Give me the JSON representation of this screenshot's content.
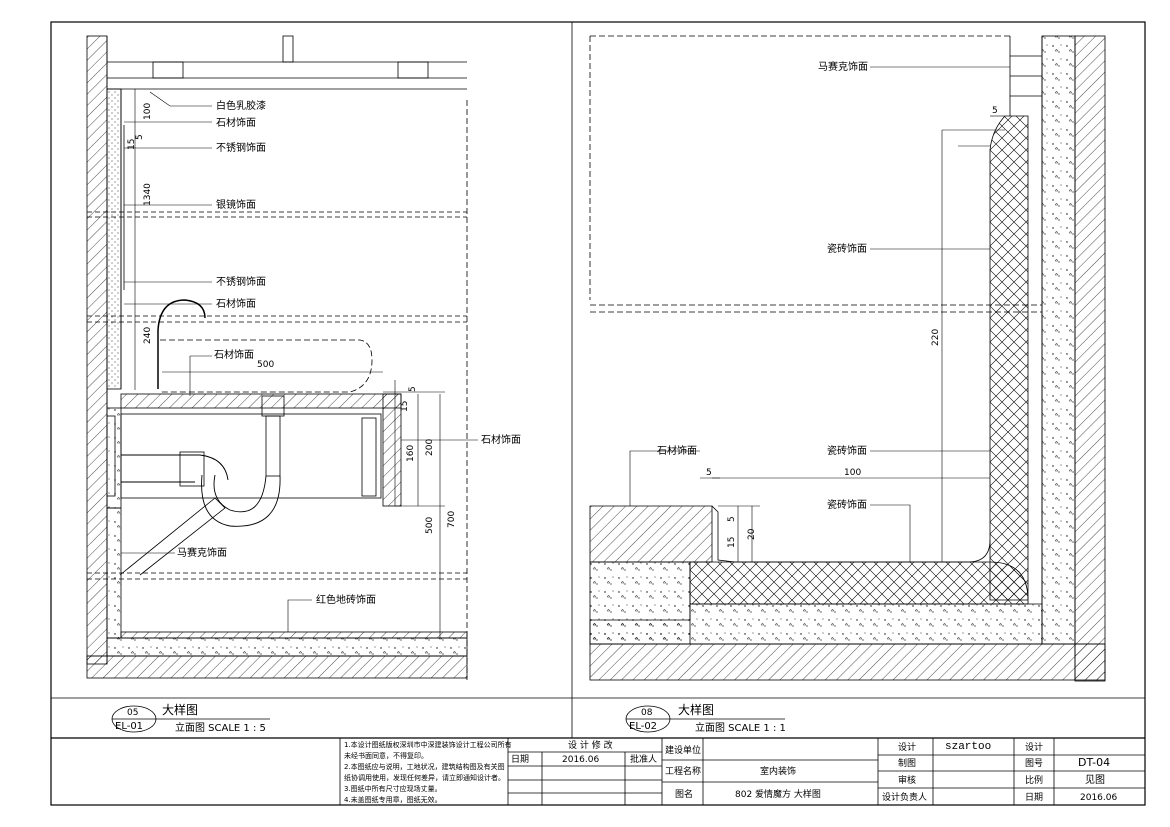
{
  "left_detail": {
    "labels": {
      "latex_paint": "白色乳胶漆",
      "stone_1": "石材饰面",
      "steel_1": "不锈钢饰面",
      "mirror": "银镜饰面",
      "steel_2": "不锈钢饰面",
      "stone_2": "石材饰面",
      "stone_3": "石材饰面",
      "stone_4": "石材饰面",
      "mosaic": "马赛克饰面",
      "red_floor_tile": "红色地砖饰面"
    },
    "dims": {
      "d100": "100",
      "d5": "5",
      "d15": "15",
      "d1340": "1340",
      "d240": "240",
      "d500_h": "500",
      "d5_r": "5",
      "d15_r": "15",
      "d160": "160",
      "d200": "200",
      "d500_v": "500",
      "d700": "700"
    },
    "title": {
      "number": "05",
      "sheet": "EL-01",
      "name": "大样图",
      "sub": "立面图  SCALE 1 : 5"
    }
  },
  "right_detail": {
    "labels": {
      "mosaic": "马赛克饰面",
      "tile_1": "瓷砖饰面",
      "tile_2": "瓷砖饰面",
      "tile_3": "瓷砖饰面",
      "stone": "石材饰面"
    },
    "dims": {
      "d5_top": "5",
      "d220": "220",
      "d100": "100",
      "d5_bottom": "5",
      "d5_small": "5",
      "d15": "15",
      "d20": "20"
    },
    "title": {
      "number": "08",
      "sheet": "EL-02",
      "name": "大样图",
      "sub": "立面图  SCALE 1 : 1"
    }
  },
  "title_block": {
    "notes": [
      "1.本设计图纸版权深圳市中深建装饰设计工程公司所有",
      "未经书面同意，不得复印。",
      "2.本图纸应与说明，工地状况，建筑结构图及有关图",
      "纸协调用使用，发现任何差异，请立即通知设计者。",
      "3.图纸中所有尺寸应现场丈量。",
      "4.未盖图纸专用章，图纸无效。"
    ],
    "revision_header": "设 计 修 改",
    "date_label": "日期",
    "date_value": "2016.06",
    "approver_label": "批准人",
    "client_label": "建设单位",
    "client_value": "",
    "project_label": "工程名称",
    "project_value": "室内装饰",
    "drawing_label": "图名",
    "drawing_value": "802 爱情魔方 大样图",
    "design_label": "设计",
    "designer_value": "szartoo",
    "draw_label": "制图",
    "review_label": "审核",
    "lead_label": "设计负责人",
    "design_label_2": "设计",
    "sheet_no_label": "图号",
    "sheet_no_value": "DT-04",
    "scale_label": "比例",
    "scale_value": "见图",
    "date_label_2": "日期",
    "date_value_2": "2016.06"
  }
}
